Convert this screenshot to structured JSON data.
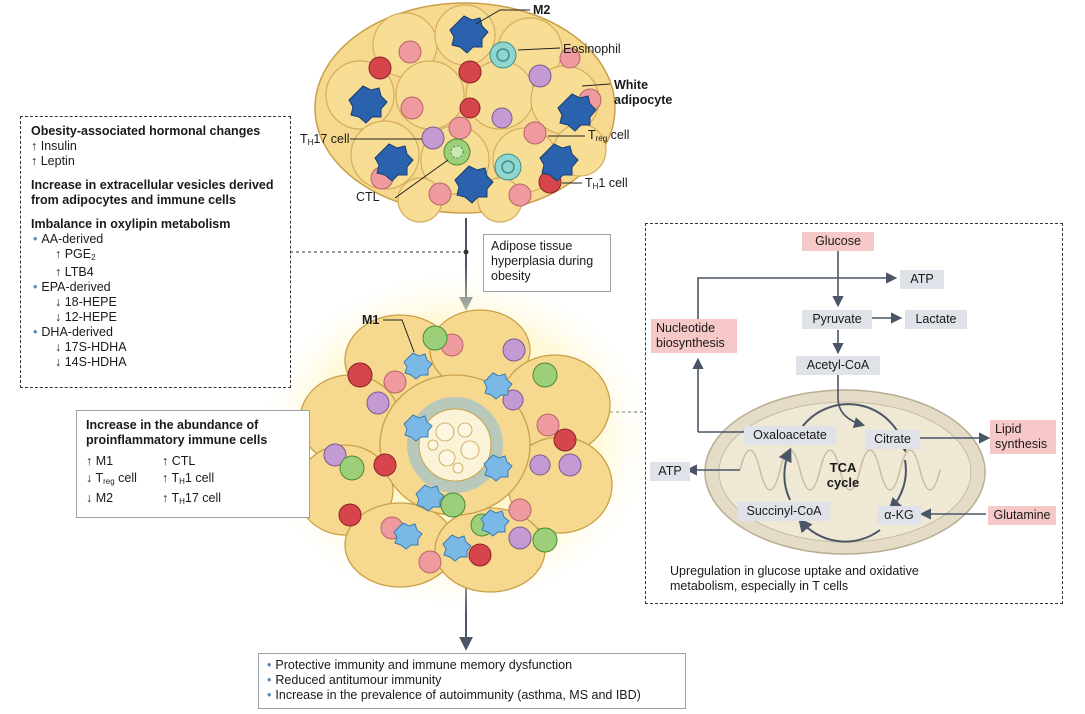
{
  "hormonal": {
    "title": "Obesity-associated hormonal changes",
    "insulin": "↑ Insulin",
    "leptin": "↑ Leptin",
    "ev_title_1": "Increase in extracellular vesicles derived",
    "ev_title_2": "from adipocytes and immune cells",
    "oxy_title": "Imbalance in oxylipin metabolism",
    "aa": "AA-derived",
    "pge_a": "↑ PGE",
    "pge_sub": "2",
    "ltb4": "↑ LTB4",
    "epa": "EPA-derived",
    "hepe18": "↓ 18-HEPE",
    "hepe12": "↓ 12-HEPE",
    "dha": "DHA-derived",
    "hdha17": "↓ 17S-HDHA",
    "hdha14": "↓ 14S-HDHA"
  },
  "top_labels": {
    "m2": "M2",
    "eosinophil": "Eosinophil",
    "white_1": "White",
    "white_2": "adipocyte",
    "th17_a": "T",
    "th17_sub": "H",
    "th17_b": "17 cell",
    "treg_a": "T",
    "treg_sub": "reg",
    "treg_b": " cell",
    "th1_a": "T",
    "th1_sub": "H",
    "th1_b": "1 cell",
    "ctl": "CTL"
  },
  "hyperplasia": {
    "line1": "Adipose tissue",
    "line2": "hyperplasia during",
    "line3": "obesity"
  },
  "m1_label": "M1",
  "abundance": {
    "title_1": "Increase in the abundance of",
    "title_2": "proinflammatory immune cells",
    "m1": "↑ M1",
    "ctl": "↑ CTL",
    "treg_a": "↓ T",
    "treg_sub": "reg",
    "treg_b": " cell",
    "th1_a": "↑ T",
    "th1_sub": "H",
    "th1_b": "1 cell",
    "m2": "↓ M2",
    "th17_a": "↑ T",
    "th17_sub": "H",
    "th17_b": "17 cell"
  },
  "outcomes": [
    "Protective immunity and immune memory dysfunction",
    "Reduced antitumour immunity",
    "Increase in the prevalence of autoimmunity (asthma, MS and IBD)"
  ],
  "metabolism": {
    "glucose": "Glucose",
    "atp_top": "ATP",
    "pyruvate": "Pyruvate",
    "lactate": "Lactate",
    "nucleotide_1": "Nucleotide",
    "nucleotide_2": "biosynthesis",
    "acetyl_coa": "Acetyl-CoA",
    "oxaloacetate": "Oxaloacetate",
    "citrate": "Citrate",
    "lipid_1": "Lipid",
    "lipid_2": "synthesis",
    "atp_left": "ATP",
    "tca_1": "TCA",
    "tca_2": "cycle",
    "succinyl_coa": "Succinyl-CoA",
    "akg": "α-KG",
    "glutamine": "Glutamine",
    "caption_1": "Upregulation in glucose uptake and oxidative",
    "caption_2": "metabolism, especially in T cells"
  },
  "colors": {
    "adipocyte": "#f6d98e",
    "adipocyte_edge": "#c9a049",
    "red_cell": "#d6454c",
    "pink_cell": "#ef9a9e",
    "purple_cell": "#c49ad4",
    "green_cell": "#9ccf7a",
    "teal_cell": "#8fd6cf",
    "m2_blue": "#2a62ad",
    "m1_light_blue": "#7ab8e6",
    "mito": "#e4dcc6",
    "arrow": "#4a5566",
    "box_grey": "#dfe2e8",
    "box_pink": "#f6c8c8"
  },
  "icons": {
    "arrow_down": "arrow-down-icon",
    "dashed_connector": "connector-line-icon"
  }
}
